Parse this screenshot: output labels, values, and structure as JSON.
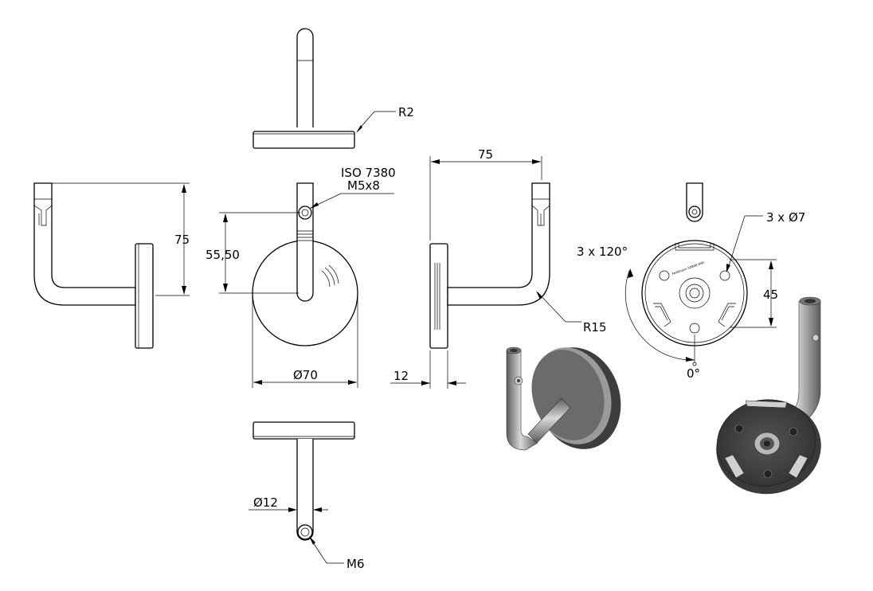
{
  "labels": {
    "r2": "R2",
    "iso_line1": "ISO 7380",
    "iso_line2": "M5x8",
    "dim_75_left": "75",
    "dim_75_top": "75",
    "dim_55_50": "55,50",
    "dia_70": "Ø70",
    "dim_12": "12",
    "r15": "R15",
    "holes_dia": "3 x Ø7",
    "angle_120": "3 x 120°",
    "dim_45": "45",
    "angle_0": "0°",
    "dia_12": "Ø12",
    "m6": "M6",
    "engraving": "Feldmann 50806-040"
  },
  "colors": {
    "line": "#000000",
    "render_dark": "#4a4a4a",
    "render_face": "#6b6b6b",
    "render_rim": "#9a9a9a",
    "render_light": "#d6d6d6"
  }
}
